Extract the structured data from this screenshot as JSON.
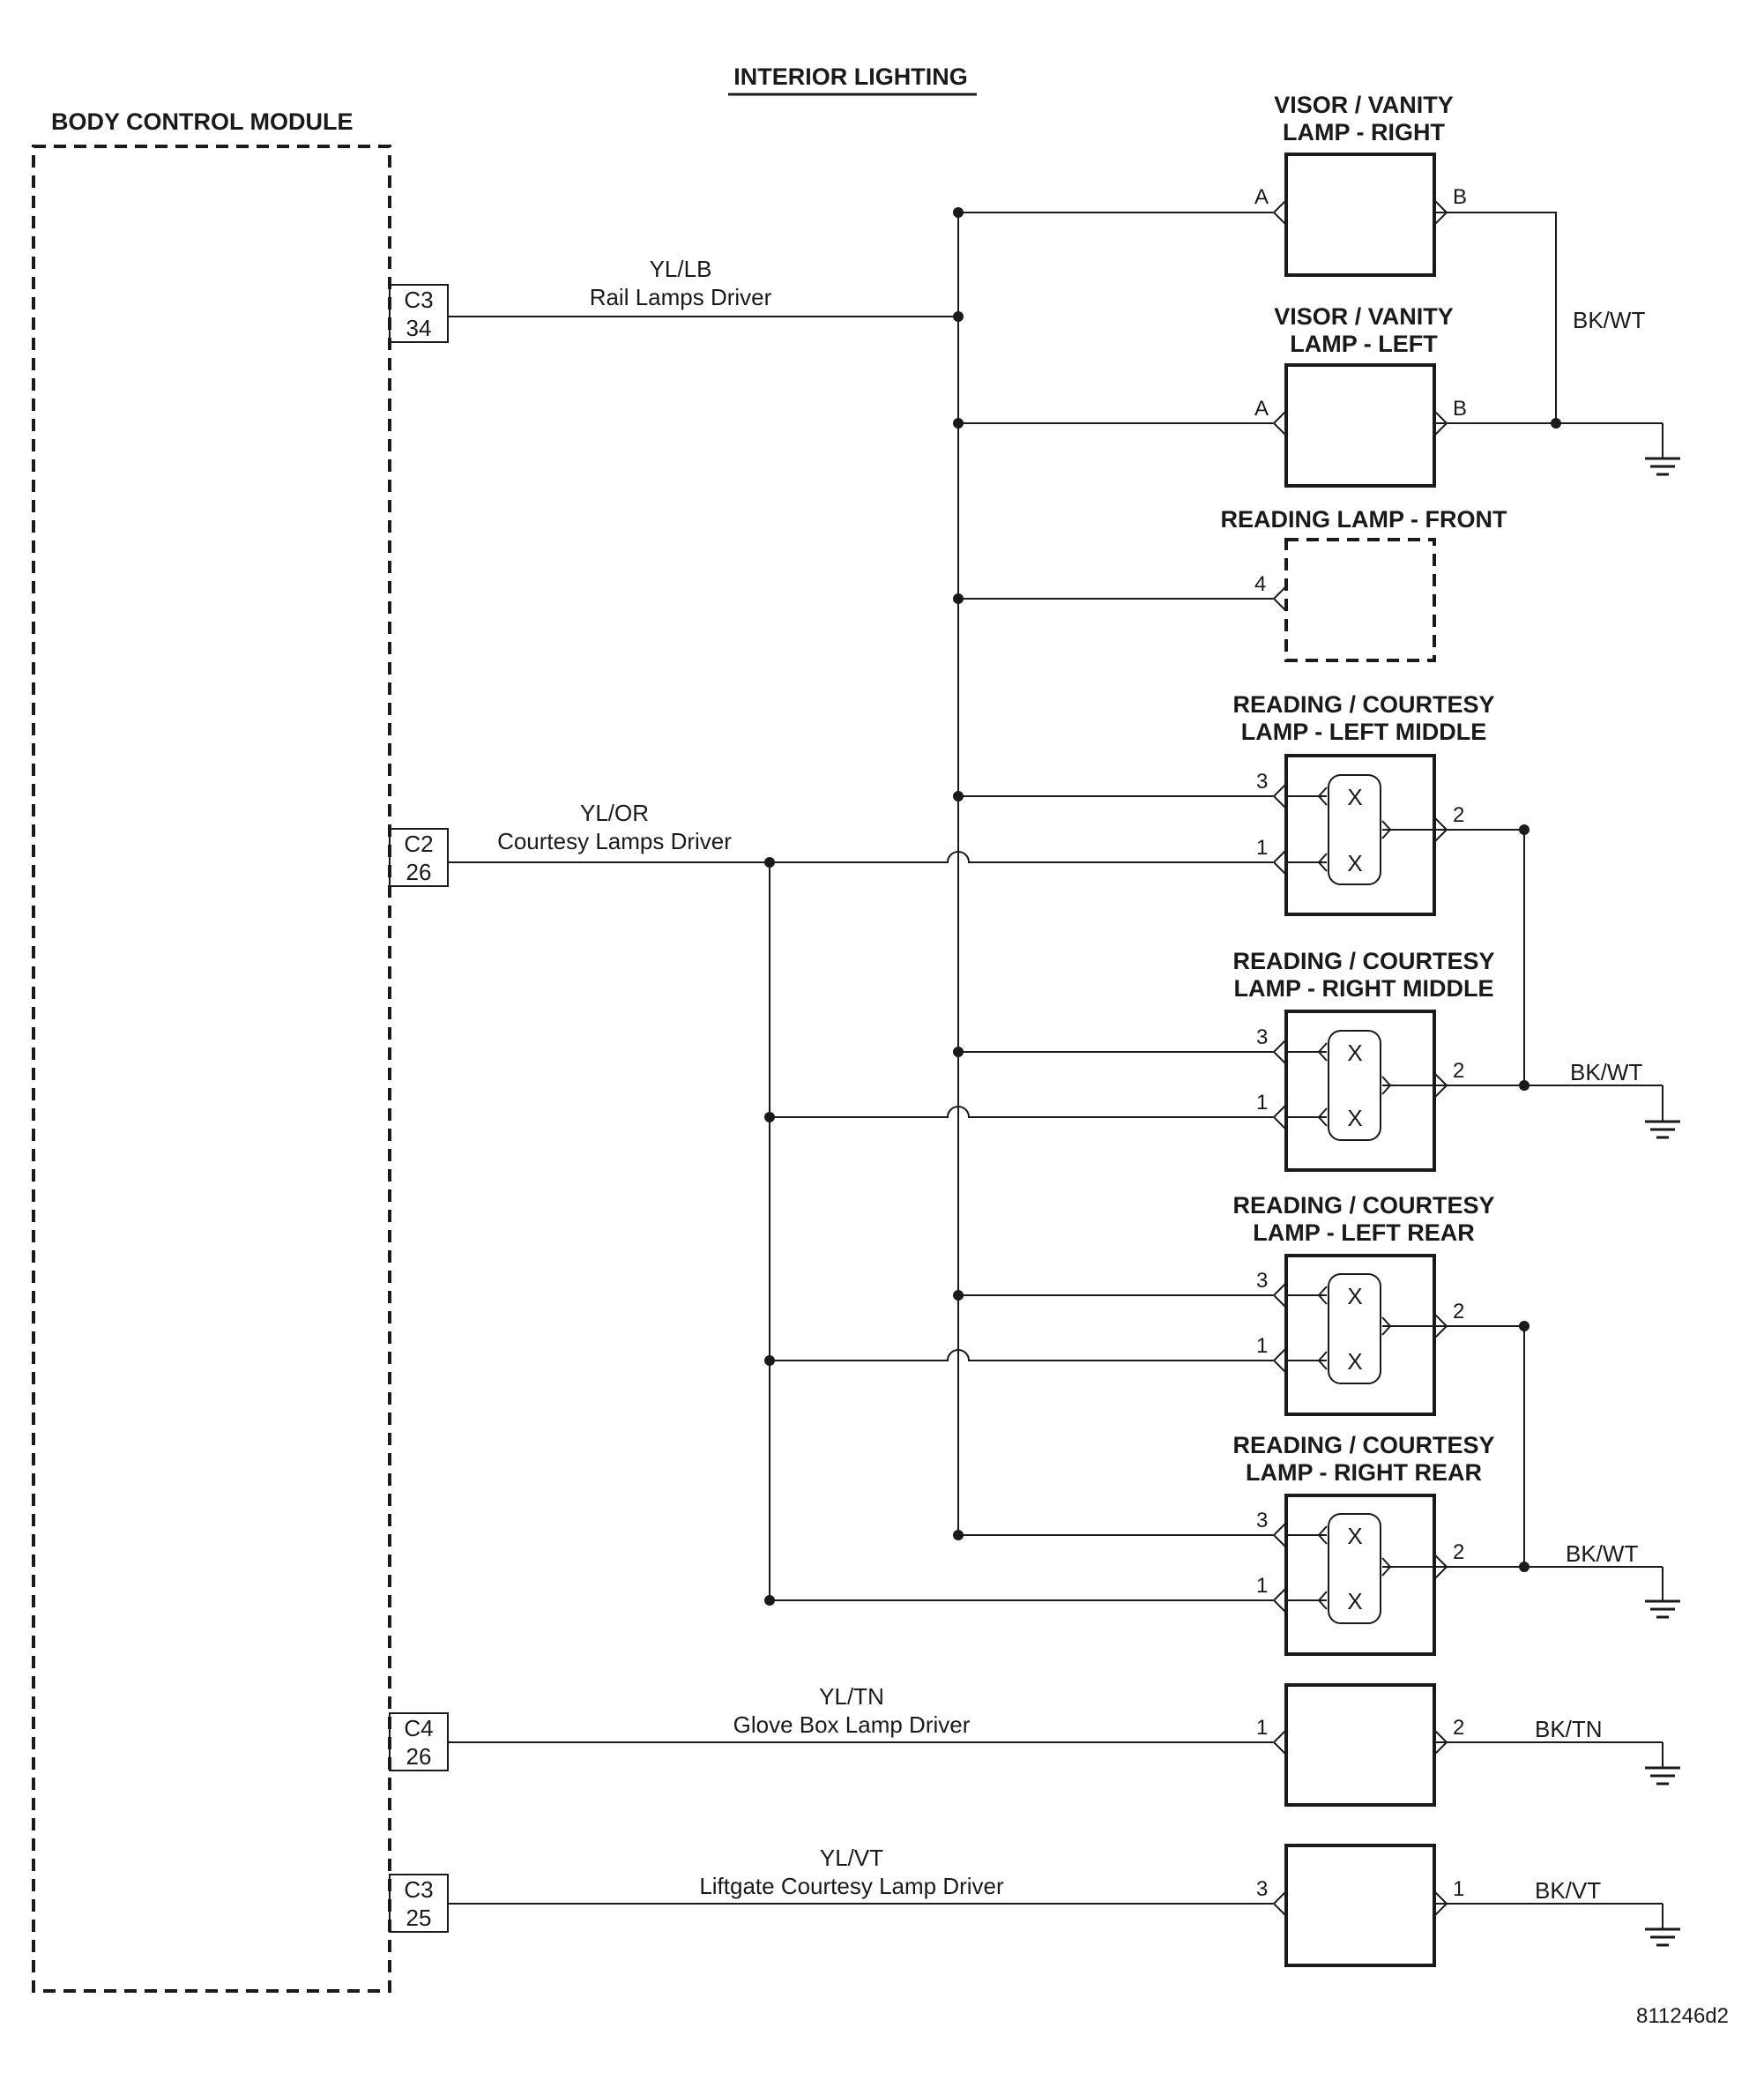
{
  "title": "INTERIOR LIGHTING",
  "figure_id": "811246d2",
  "module": {
    "name": "BODY CONTROL MODULE",
    "connectors": [
      {
        "connector": "C3",
        "pin": "34"
      },
      {
        "connector": "C2",
        "pin": "26"
      },
      {
        "connector": "C4",
        "pin": "26"
      },
      {
        "connector": "C3",
        "pin": "25"
      }
    ]
  },
  "circuits": [
    {
      "wire": "YL/LB",
      "name": "Rail Lamps Driver"
    },
    {
      "wire": "YL/OR",
      "name": "Courtesy Lamps Driver"
    },
    {
      "wire": "YL/TN",
      "name": "Glove Box Lamp Driver"
    },
    {
      "wire": "YL/VT",
      "name": "Liftgate Courtesy Lamp Driver"
    }
  ],
  "lamps": [
    {
      "title": [
        "VISOR / VANITY",
        "LAMP - RIGHT"
      ],
      "in_pin": "A",
      "out_pin": "B"
    },
    {
      "title": [
        "VISOR / VANITY",
        "LAMP - LEFT"
      ],
      "in_pin": "A",
      "out_pin": "B"
    },
    {
      "title": [
        "READING LAMP - FRONT"
      ],
      "in_pin": "4"
    },
    {
      "title": [
        "READING / COURTESY",
        "LAMP - LEFT MIDDLE"
      ],
      "in_pins": [
        "3",
        "1"
      ],
      "out_pin": "2"
    },
    {
      "title": [
        "READING / COURTESY",
        "LAMP - RIGHT MIDDLE"
      ],
      "in_pins": [
        "3",
        "1"
      ],
      "out_pin": "2"
    },
    {
      "title": [
        "READING / COURTESY",
        "LAMP - LEFT REAR"
      ],
      "in_pins": [
        "3",
        "1"
      ],
      "out_pin": "2"
    },
    {
      "title": [
        "READING / COURTESY",
        "LAMP - RIGHT REAR"
      ],
      "in_pins": [
        "3",
        "1"
      ],
      "out_pin": "2"
    },
    {
      "in_pin": "1",
      "out_pin": "2"
    },
    {
      "in_pin": "3",
      "out_pin": "1"
    }
  ],
  "switch_mark": "X",
  "grounds": [
    {
      "wire": "BK/WT"
    },
    {
      "wire": "BK/WT"
    },
    {
      "wire": "BK/WT"
    },
    {
      "wire": "BK/TN"
    },
    {
      "wire": "BK/VT"
    }
  ]
}
